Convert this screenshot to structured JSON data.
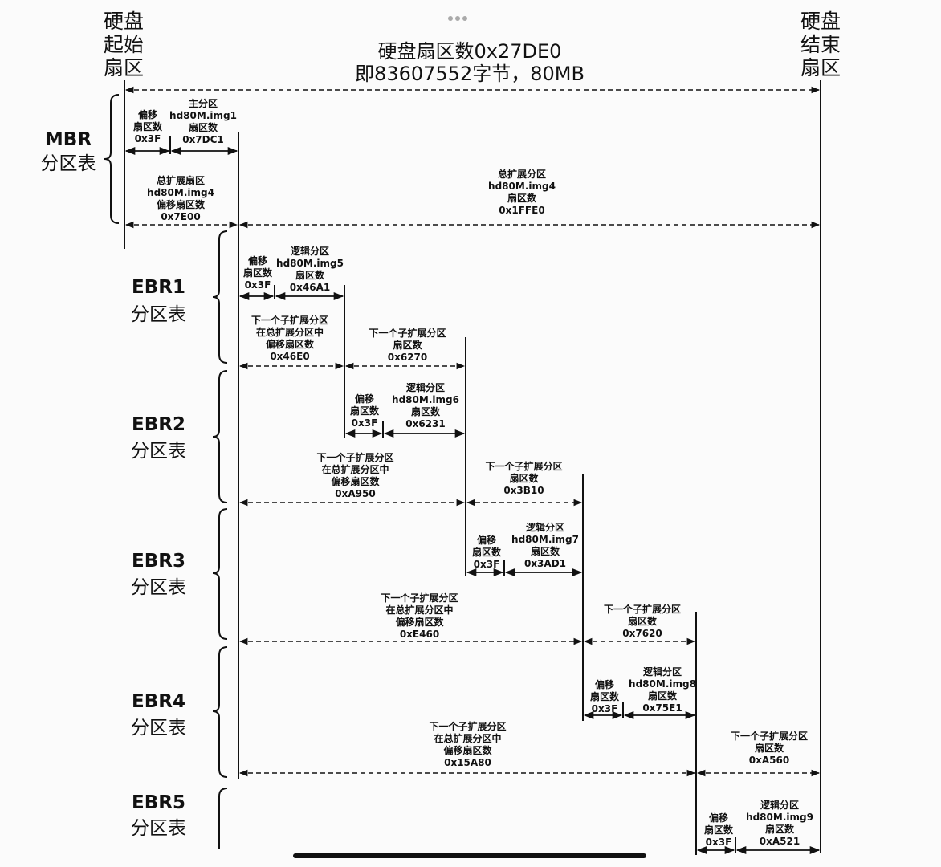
{
  "header": {
    "disk_start": "硬盘\n起始\n扇区",
    "disk_end": "硬盘\n结束\n扇区",
    "title_line1": "硬盘扇区数0x27DE0",
    "title_line2": "即83607552字节，80MB"
  },
  "sections": {
    "mbr": {
      "title": "MBR",
      "subtitle": "分区表"
    },
    "ebr1": {
      "title": "EBR1",
      "subtitle": "分区表"
    },
    "ebr2": {
      "title": "EBR2",
      "subtitle": "分区表"
    },
    "ebr3": {
      "title": "EBR3",
      "subtitle": "分区表"
    },
    "ebr4": {
      "title": "EBR4",
      "subtitle": "分区表"
    },
    "ebr5": {
      "title": "EBR5",
      "subtitle": "分区表"
    }
  },
  "labels": {
    "mbr_offset": "偏移\n扇区数\n0x3F",
    "mbr_primary": "主分区\nhd80M.img1\n扇区数\n0x7DC1",
    "mbr_ext_offset": "总扩展扇区\nhd80M.img4\n偏移扇区数\n0x7E00",
    "mbr_ext_size": "总扩展分区\nhd80M.img4\n扇区数\n0x1FFE0",
    "ebr1_offset": "偏移\n扇区数\n0x3F",
    "ebr1_logical": "逻辑分区\nhd80M.img5\n扇区数\n0x46A1",
    "ebr1_next_offset": "下一个子扩展分区\n在总扩展分区中\n偏移扇区数\n0x46E0",
    "ebr1_next_size": "下一个子扩展分区\n扇区数\n0x6270",
    "ebr2_offset": "偏移\n扇区数\n0x3F",
    "ebr2_logical": "逻辑分区\nhd80M.img6\n扇区数\n0x6231",
    "ebr2_next_offset": "下一个子扩展分区\n在总扩展分区中\n偏移扇区数\n0xA950",
    "ebr2_next_size": "下一个子扩展分区\n扇区数\n0x3B10",
    "ebr3_offset": "偏移\n扇区数\n0x3F",
    "ebr3_logical": "逻辑分区\nhd80M.img7\n扇区数\n0x3AD1",
    "ebr3_next_offset": "下一个子扩展分区\n在总扩展分区中\n偏移扇区数\n0xE460",
    "ebr3_next_size": "下一个子扩展分区\n扇区数\n0x7620",
    "ebr4_offset": "偏移\n扇区数\n0x3F",
    "ebr4_logical": "逻辑分区\nhd80M.img8\n扇区数\n0x75E1",
    "ebr4_next_offset": "下一个子扩展分区\n在总扩展分区中\n偏移扇区数\n0x15A80",
    "ebr4_next_size": "下一个子扩展分区\n扇区数\n0xA560",
    "ebr5_offset": "偏移\n扇区数\n0x3F",
    "ebr5_logical": "逻辑分区\nhd80M.img9\n扇区数\n0xA521"
  },
  "colors": {
    "ink": "#111111",
    "background": "#fbfbfb"
  }
}
